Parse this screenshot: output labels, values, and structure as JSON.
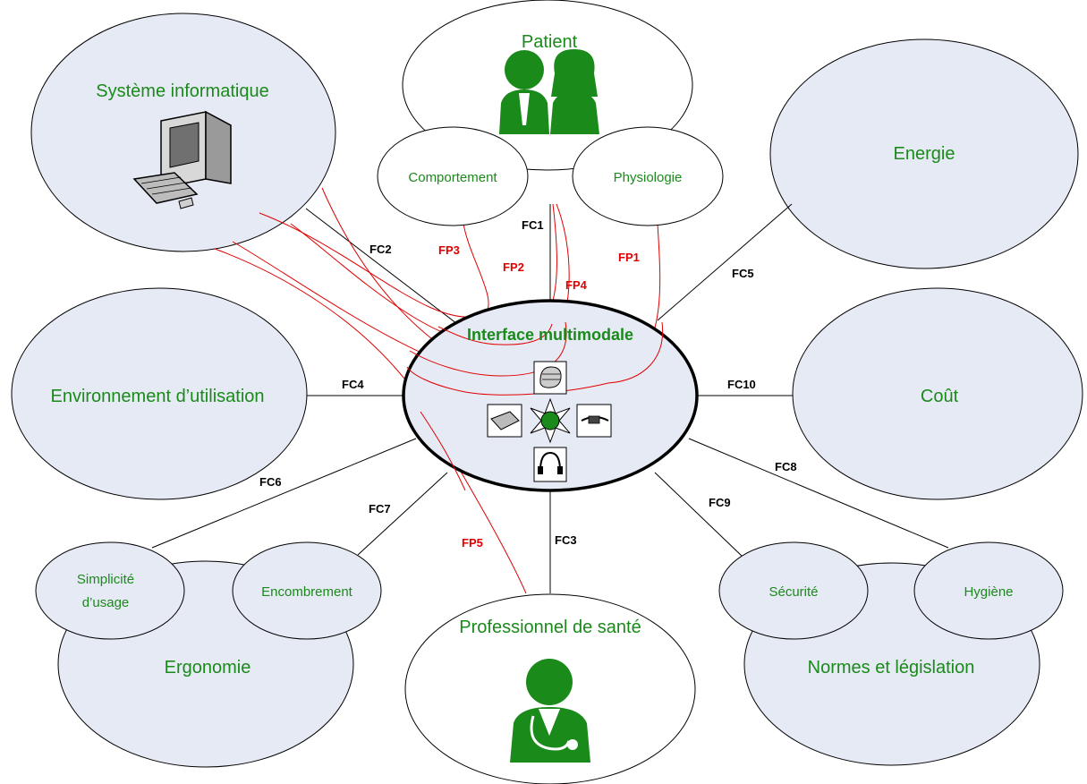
{
  "colors": {
    "label_green": "#1a8a1a",
    "fp_red": "#e00000",
    "ellipse_fill": "#e6eaf5"
  },
  "center": {
    "title": "Interface multimodale"
  },
  "nodes": {
    "patient": "Patient",
    "comportement": "Comportement",
    "physiologie": "Physiologie",
    "systeme": "Système informatique",
    "energie": "Energie",
    "environnement": "Environnement d’utilisation",
    "cout": "Coût",
    "ergonomie": "Ergonomie",
    "simplicite_1": "Simplicité",
    "simplicite_2": "d’usage",
    "encombrement": "Encombrement",
    "professionnel": "Professionnel de santé",
    "normes": "Normes et législation",
    "securite": "Sécurité",
    "hygiene": "Hygiène"
  },
  "functions": {
    "fc1": "FC1",
    "fc2": "FC2",
    "fc3": "FC3",
    "fc4": "FC4",
    "fc5": "FC5",
    "fc6": "FC6",
    "fc7": "FC7",
    "fc8": "FC8",
    "fc9": "FC9",
    "fc10": "FC10",
    "fp1": "FP1",
    "fp2": "FP2",
    "fp3": "FP3",
    "fp4": "FP4",
    "fp5": "FP5"
  },
  "icons": [
    "computer-icon",
    "patient-couple-icon",
    "doctor-icon",
    "head-sensor-icon",
    "glasses-device-icon",
    "wrist-sensor-icon",
    "headset-icon",
    "central-star-icon"
  ]
}
